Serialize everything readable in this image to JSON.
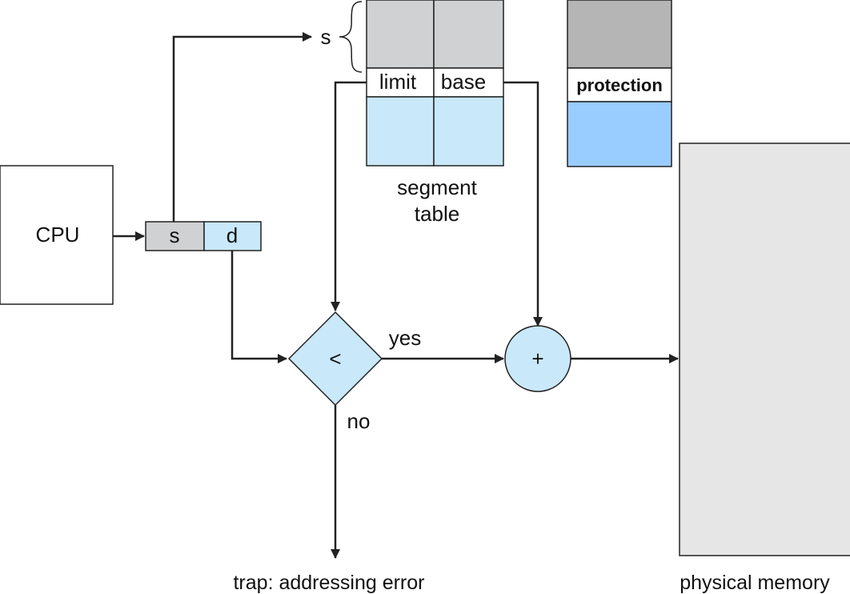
{
  "cpu": {
    "label": "CPU"
  },
  "logical_address": {
    "segment_label": "s",
    "offset_label": "d"
  },
  "segment_table": {
    "selector_label": "s",
    "limit_header": "limit",
    "base_header": "base",
    "caption_line1": "segment",
    "caption_line2": "table"
  },
  "protection": {
    "label": "protection"
  },
  "comparator": {
    "symbol": "<",
    "yes_label": "yes",
    "no_label": "no"
  },
  "adder": {
    "symbol": "+"
  },
  "trap": {
    "label": "trap: addressing error"
  },
  "physical_memory": {
    "label": "physical memory"
  },
  "colors": {
    "gray_fill": "#cfd1d3",
    "dark_gray_fill": "#b5b5b5",
    "light_blue_fill": "#c9e8fa",
    "medium_blue_fill": "#99ccff",
    "memory_fill": "#e6e6e6",
    "stroke": "#222222"
  }
}
